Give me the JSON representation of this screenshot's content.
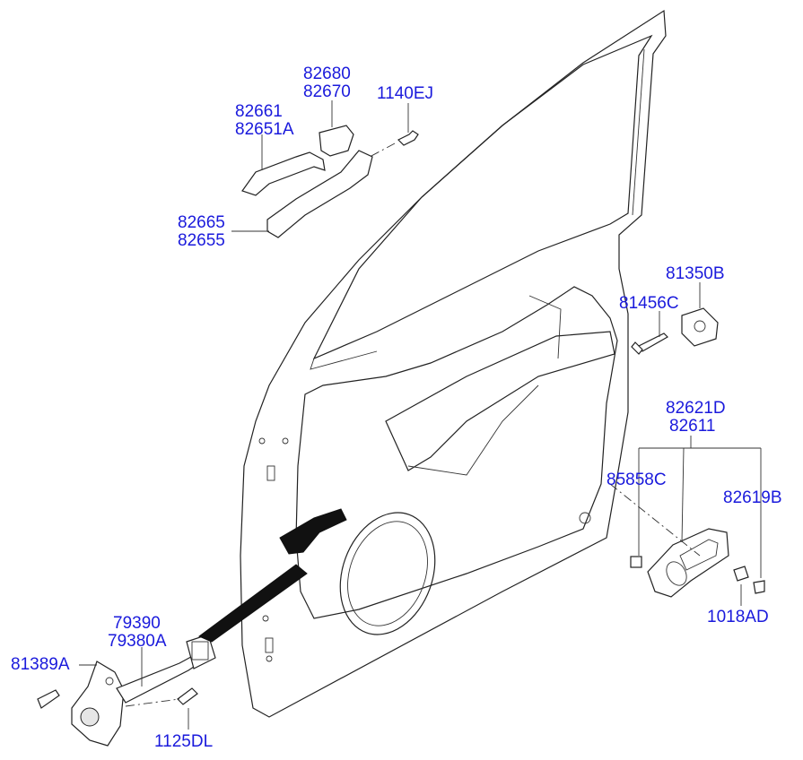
{
  "diagram": {
    "parts": {
      "handle_cover": [
        "82661",
        "82651A"
      ],
      "handle_cap": [
        "82680",
        "82670"
      ],
      "handle_bolt": "1140EJ",
      "handle_base": [
        "82665",
        "82655"
      ],
      "striker_plate": "81350B",
      "striker_screw": "81456C",
      "inside_handle": [
        "82621D",
        "82611"
      ],
      "inside_handle_clip": "85858C",
      "inside_handle_cap": "82619B",
      "inside_handle_screw": "1018AD",
      "checker": [
        "79390",
        "79380A"
      ],
      "checker_bolt": "81389A",
      "checker_bolt2": "1125DL"
    }
  }
}
